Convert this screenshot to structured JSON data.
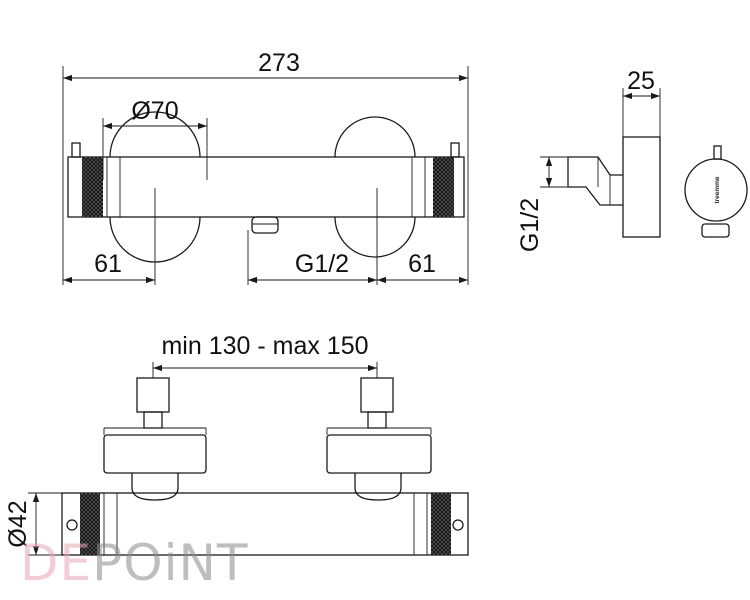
{
  "dimensions": {
    "overall_length": "273",
    "knob_diameter": "Ø70",
    "offset_left": "61",
    "offset_right": "61",
    "outlet_thread": "G1/2",
    "depth": "25",
    "inlet_thread": "G1/2",
    "center_distance": "min 130 - max 150",
    "body_diameter": "Ø42"
  },
  "brand_mark": "treemme",
  "watermark": {
    "part1": "DE",
    "part2": "POiNT",
    "color1": "#e8a6b4",
    "color2": "#8a8a8a"
  },
  "colors": {
    "line": "#1a1a1a",
    "knurl": "#111111"
  }
}
